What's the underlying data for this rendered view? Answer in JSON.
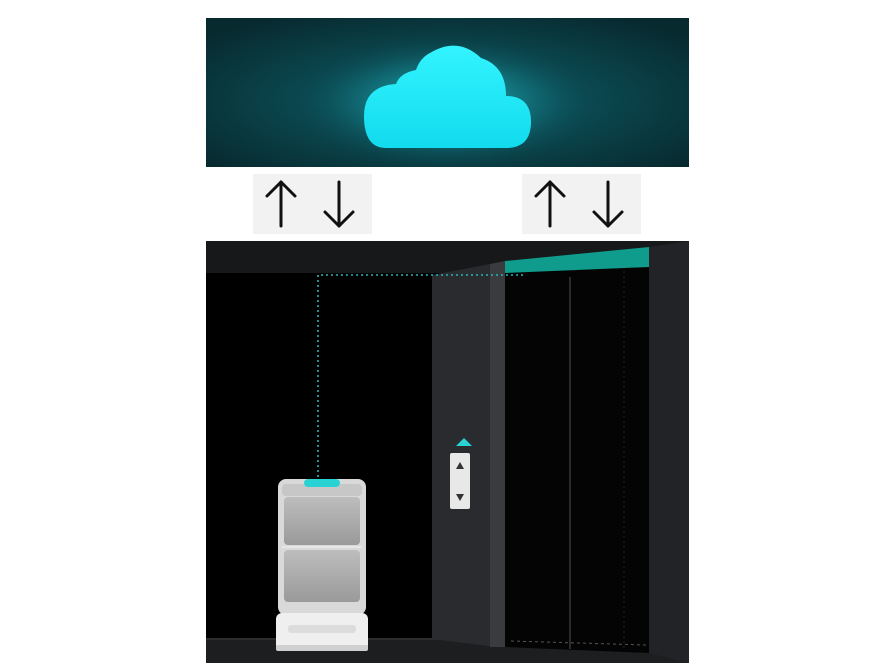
{
  "diagram": {
    "cloud": {
      "icon": "cloud-icon",
      "glow_color": "#19e6f5",
      "panel_color": "#0b3a40"
    },
    "connections": [
      {
        "name": "robot-cloud-link",
        "directions": [
          "up",
          "down"
        ]
      },
      {
        "name": "elevator-cloud-link",
        "directions": [
          "up",
          "down"
        ]
      }
    ],
    "scene": {
      "robot": {
        "icon": "delivery-robot-icon",
        "accent_color": "#2ad3d3"
      },
      "elevator": {
        "icon": "elevator-icon",
        "accent_color": "#0f9c8c"
      },
      "call_panel": {
        "buttons": [
          "up-button",
          "down-button"
        ],
        "indicator_color": "#2ad3d3"
      },
      "link_style": "dotted",
      "link_color": "#2ab3b8"
    }
  }
}
